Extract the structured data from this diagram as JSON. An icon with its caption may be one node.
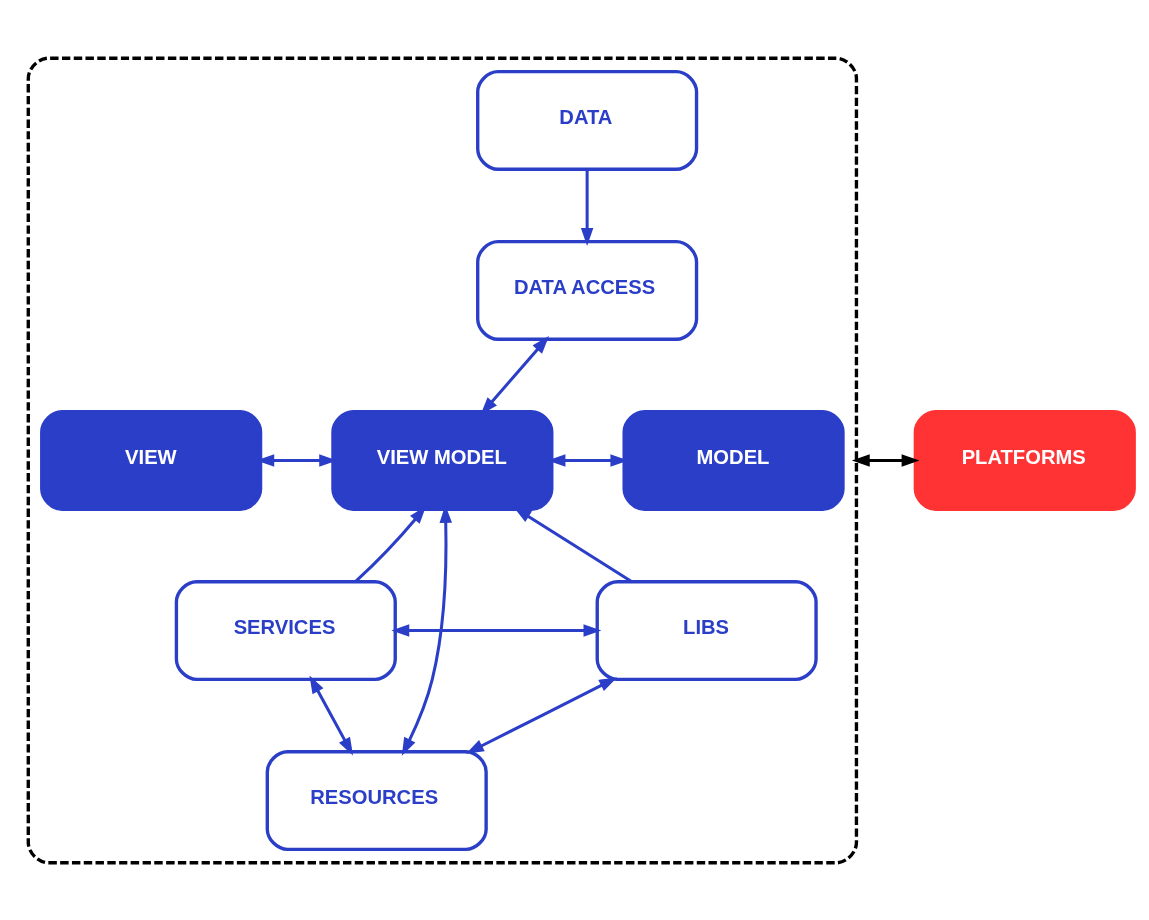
{
  "diagram": {
    "nodes": [
      {
        "text": [],
        "shape": "box"
      },
      {
        "text": [
          "DATA"
        ],
        "in": 0
      },
      {
        "text": [
          "DATA ACCESS"
        ],
        "in": 0
      },
      {
        "text": [
          "VIEW"
        ],
        "in": 0
      },
      {
        "text": [
          "VIEW MODEL"
        ],
        "in": 0
      },
      {
        "text": [
          "MODEL"
        ],
        "in": 0
      },
      {
        "text": [
          "SERVICES"
        ],
        "in": 0
      },
      {
        "text": [
          "LIBS"
        ],
        "in": 0
      },
      {
        "text": [
          "RESOURCES"
        ],
        "in": 0
      },
      {
        "text": [
          "PLATFORMS"
        ]
      }
    ],
    "edges": [
      {
        "from": 1,
        "to": 2,
        "arrow": "to"
      },
      {
        "from": 2,
        "to": 4,
        "arrow": "both"
      },
      {
        "from": 3,
        "to": 4,
        "arrow": "both"
      },
      {
        "from": 4,
        "to": 5,
        "arrow": "both"
      },
      {
        "from": 6,
        "to": 4,
        "arrow": "to"
      },
      {
        "from": 7,
        "to": 4,
        "arrow": "to"
      },
      {
        "from": 4,
        "to": 8,
        "arrow": "both"
      },
      {
        "from": 6,
        "to": 7,
        "arrow": "both"
      },
      {
        "from": 6,
        "to": 8,
        "arrow": "both"
      },
      {
        "from": 8,
        "to": 7,
        "arrow": "both"
      },
      {
        "from": 0,
        "to": 9,
        "arrow": "both",
        "color": "#000000"
      }
    ]
  }
}
